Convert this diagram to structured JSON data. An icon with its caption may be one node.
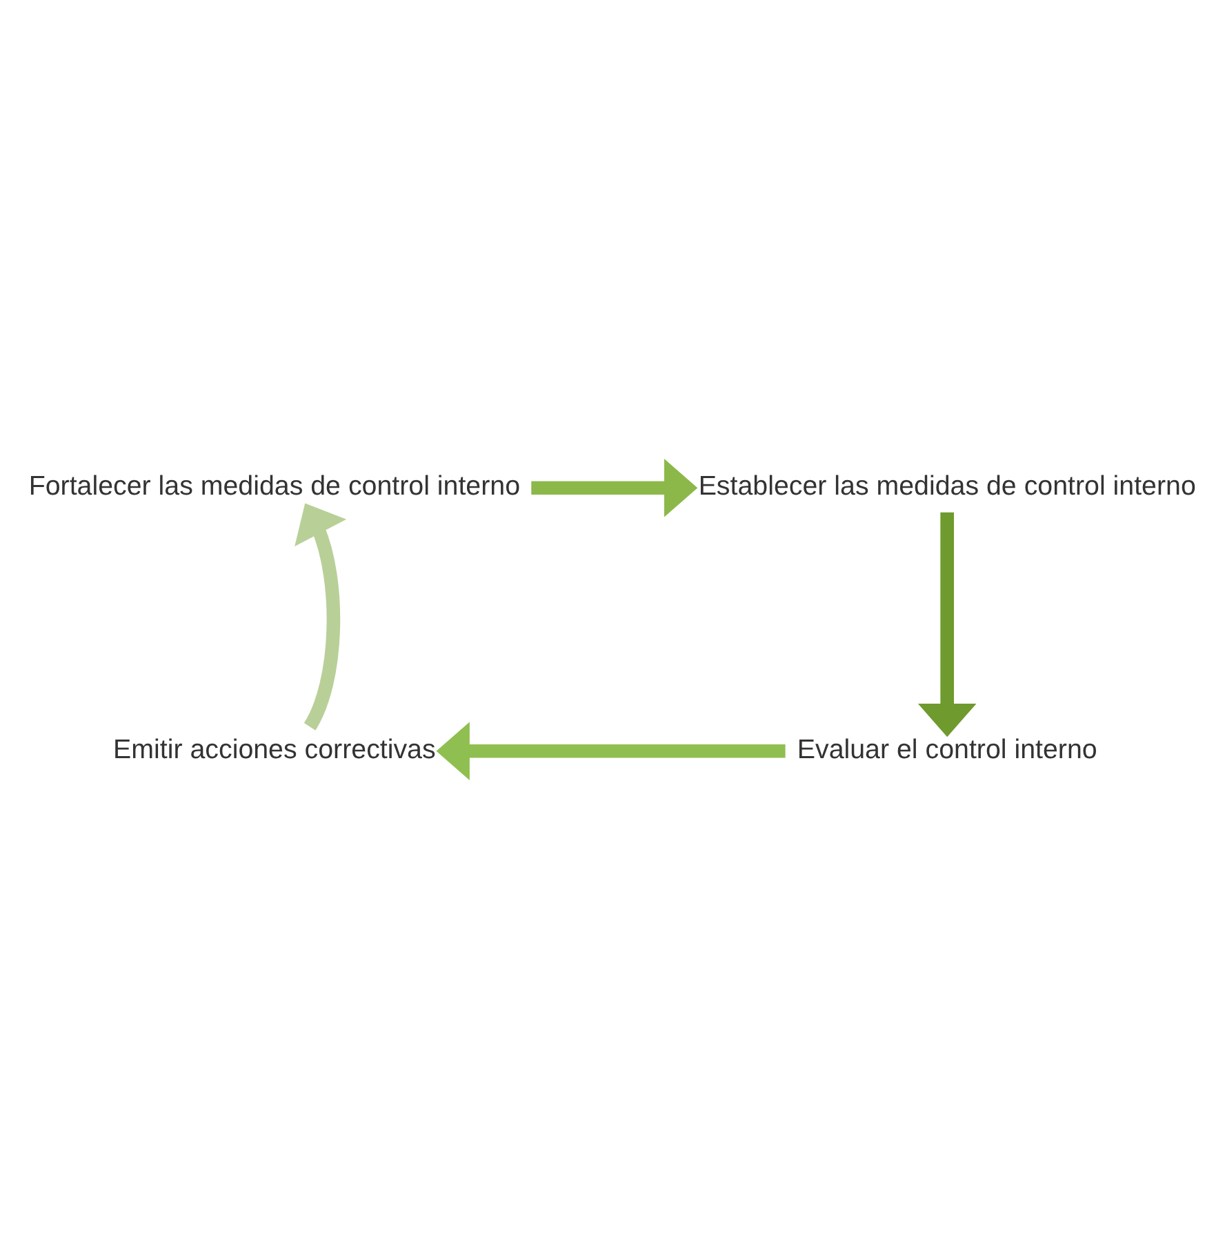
{
  "diagram": {
    "nodes": [
      {
        "text": [
          "Fortalecer las medidas de control interno"
        ]
      },
      {
        "text": [
          "Establecer las medidas de control interno"
        ]
      },
      {
        "text": [
          "Evaluar el control interno"
        ]
      },
      {
        "text": [
          "Emitir acciones correctivas"
        ]
      }
    ],
    "edges": [
      {
        "from": 0,
        "to": 1,
        "arrow": "to",
        "color": "#8cb84a"
      },
      {
        "from": 1,
        "to": 2,
        "arrow": "to",
        "color": "#6f9a2e"
      },
      {
        "from": 2,
        "to": 3,
        "arrow": "to",
        "color": "#8fbf50"
      },
      {
        "from": 3,
        "to": 0,
        "arrow": "to",
        "color": "#b8d098"
      }
    ]
  }
}
